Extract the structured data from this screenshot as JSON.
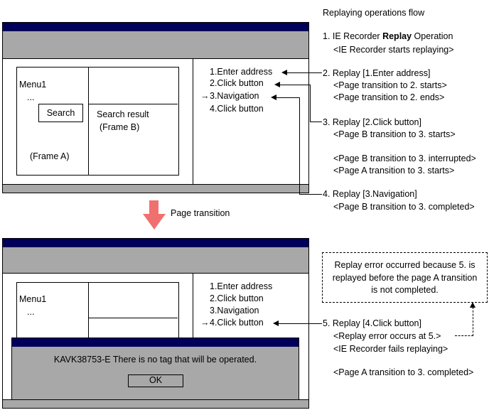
{
  "flow_title": "Replaying operations flow",
  "steps": {
    "s1": {
      "line1_prefix": "1. IE Recorder ",
      "line1_bold": "Replay",
      "line1_suffix": " Operation",
      "line2": "<IE Recorder starts replaying>"
    },
    "s2": {
      "line1": "2. Replay [1.Enter address]",
      "line2": "<Page transition to 2. starts>",
      "line3": "<Page transition to 2. ends>"
    },
    "s3": {
      "line1": "3. Replay [2.Click button]",
      "line2": "<Page B transition to 3. starts>",
      "line3": "<Page B transition to 3. interrupted>",
      "line4": "<Page A transition to 3. starts>"
    },
    "s4": {
      "line1": "4. Replay [3.Navigation]",
      "line2": "<Page B transition to 3. completed>"
    },
    "s5": {
      "line1": "5. Replay [4.Click button]",
      "line2": "<Replay error occurs at 5.>",
      "line3": "<IE Recorder fails replaying>",
      "line4": "<Page A transition to 3. completed>"
    }
  },
  "error_note": {
    "line1": "Replay error occurred because 5. is",
    "line2": "replayed before the page A transition",
    "line3": "is not completed."
  },
  "transition_label": "Page transition",
  "top_window": {
    "frame_a": {
      "menu": "Menu1",
      "ellipsis": "...",
      "search_button": "Search",
      "label": "(Frame A)"
    },
    "frame_b": {
      "line1": "Search result",
      "line2": "(Frame B)"
    },
    "ops": {
      "op1": "1.Enter address",
      "op2": "2.Click button",
      "op3": "3.Navigation",
      "op4": "4.Click button",
      "current": "→"
    }
  },
  "bottom_window": {
    "frame_a": {
      "menu": "Menu1",
      "ellipsis": "..."
    },
    "ops": {
      "op1": "1.Enter address",
      "op2": "2.Click button",
      "op3": "3.Navigation",
      "op4": "4.Click button",
      "current": "→"
    },
    "dialog": {
      "message": "KAVK38753-E There is no tag that will be operated.",
      "ok": "OK"
    }
  },
  "colors": {
    "title_bar": "#00005a",
    "toolbar": "#a8a8a8",
    "transition_arrow": "#f07070"
  }
}
